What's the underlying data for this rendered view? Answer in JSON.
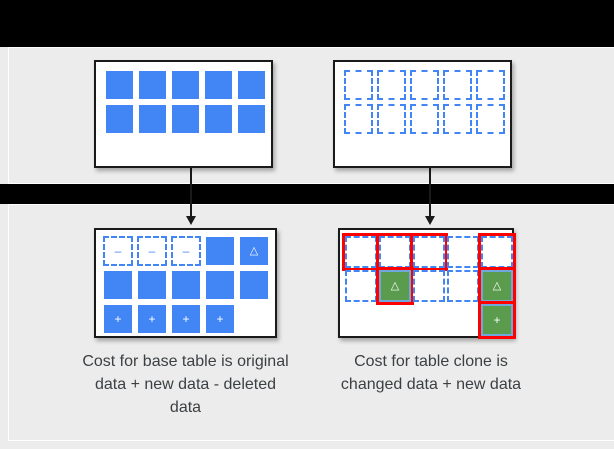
{
  "slide": {
    "background_gray": "#ececec",
    "band_color": "#000000",
    "accent_blue": "#4285f4",
    "accent_green": "#5b9b4e",
    "accent_red": "#ff0000",
    "card_border": "#1a1a1a"
  },
  "top_row": {
    "base_source": {
      "name": "base-table-source",
      "rows": [
        [
          {
            "state": "solid",
            "glyph": ""
          },
          {
            "state": "solid",
            "glyph": ""
          },
          {
            "state": "solid",
            "glyph": ""
          },
          {
            "state": "solid",
            "glyph": ""
          },
          {
            "state": "solid",
            "glyph": ""
          }
        ],
        [
          {
            "state": "solid",
            "glyph": ""
          },
          {
            "state": "solid",
            "glyph": ""
          },
          {
            "state": "solid",
            "glyph": ""
          },
          {
            "state": "solid",
            "glyph": ""
          },
          {
            "state": "solid",
            "glyph": ""
          }
        ]
      ]
    },
    "clone_source": {
      "name": "clone-table-source",
      "rows": [
        [
          {
            "state": "dashed",
            "glyph": ""
          },
          {
            "state": "dashed",
            "glyph": ""
          },
          {
            "state": "dashed",
            "glyph": ""
          },
          {
            "state": "dashed",
            "glyph": ""
          },
          {
            "state": "dashed",
            "glyph": ""
          }
        ],
        [
          {
            "state": "dashed",
            "glyph": ""
          },
          {
            "state": "dashed",
            "glyph": ""
          },
          {
            "state": "dashed",
            "glyph": ""
          },
          {
            "state": "dashed",
            "glyph": ""
          },
          {
            "state": "dashed",
            "glyph": ""
          }
        ]
      ]
    }
  },
  "bottom_row": {
    "base_table": {
      "name": "base-table-result",
      "rows": [
        [
          {
            "state": "dashed",
            "glyph": "–",
            "changed": false
          },
          {
            "state": "dashed",
            "glyph": "–",
            "changed": false
          },
          {
            "state": "dashed",
            "glyph": "–",
            "changed": false
          },
          {
            "state": "solid",
            "glyph": "",
            "changed": false
          },
          {
            "state": "solid",
            "glyph": "△",
            "changed": false
          }
        ],
        [
          {
            "state": "solid",
            "glyph": "",
            "changed": false
          },
          {
            "state": "solid",
            "glyph": "",
            "changed": false
          },
          {
            "state": "solid",
            "glyph": "",
            "changed": false
          },
          {
            "state": "solid",
            "glyph": "",
            "changed": false
          },
          {
            "state": "solid",
            "glyph": "",
            "changed": false
          }
        ],
        [
          {
            "state": "solid",
            "glyph": "+",
            "changed": false
          },
          {
            "state": "solid",
            "glyph": "+",
            "changed": false
          },
          {
            "state": "solid",
            "glyph": "+",
            "changed": false
          },
          {
            "state": "solid",
            "glyph": "+",
            "changed": false
          },
          {
            "state": "empty",
            "glyph": "",
            "changed": false
          }
        ]
      ],
      "caption": "Cost for base table is original data + new data - deleted data"
    },
    "clone_table": {
      "name": "clone-table-result",
      "rows": [
        [
          {
            "state": "dashed",
            "glyph": "",
            "changed": true
          },
          {
            "state": "dashed",
            "glyph": "",
            "changed": true
          },
          {
            "state": "dashed",
            "glyph": "",
            "changed": true
          },
          {
            "state": "dashed",
            "glyph": "",
            "changed": false
          },
          {
            "state": "dashed",
            "glyph": "",
            "changed": true
          }
        ],
        [
          {
            "state": "dashed",
            "glyph": "",
            "changed": false
          },
          {
            "state": "green",
            "glyph": "△",
            "changed": true
          },
          {
            "state": "dashed",
            "glyph": "",
            "changed": false
          },
          {
            "state": "dashed",
            "glyph": "",
            "changed": false
          },
          {
            "state": "green",
            "glyph": "△",
            "changed": true
          }
        ],
        [
          {
            "state": "empty",
            "glyph": "",
            "changed": false
          },
          {
            "state": "empty",
            "glyph": "",
            "changed": false
          },
          {
            "state": "empty",
            "glyph": "",
            "changed": false
          },
          {
            "state": "empty",
            "glyph": "",
            "changed": false
          },
          {
            "state": "green",
            "glyph": "+",
            "changed": true
          }
        ]
      ],
      "caption": "Cost for table clone is changed data + new data"
    }
  }
}
